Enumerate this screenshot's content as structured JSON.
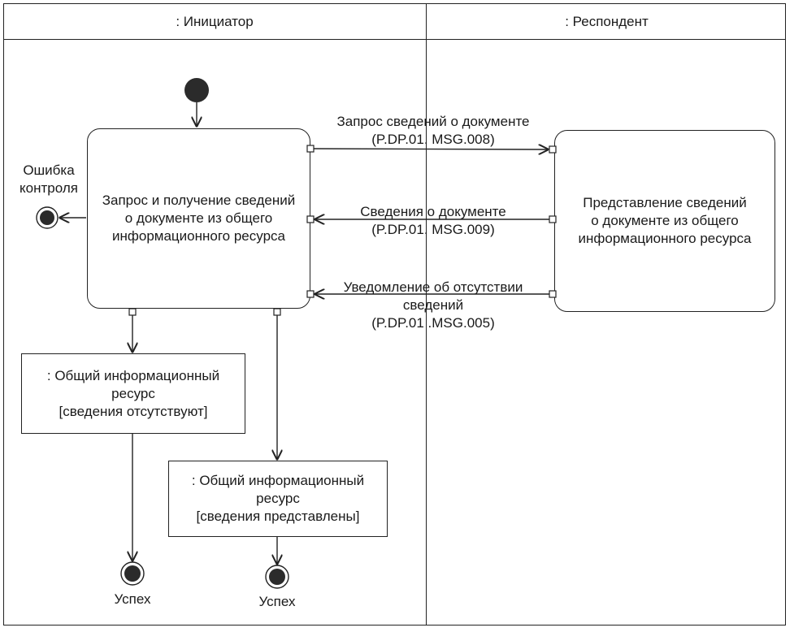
{
  "swimlanes": {
    "initiator_title": ": Инициатор",
    "respondent_title": ": Респондент"
  },
  "activities": {
    "initiator": {
      "line1": "Запрос и получение сведений",
      "line2": "о документе из общего",
      "line3": "информационного ресурса"
    },
    "respondent": {
      "line1": "Представление сведений",
      "line2": "о документе из общего",
      "line3": "информационного ресурса"
    }
  },
  "messages": {
    "request": {
      "label": "Запрос сведений о документе",
      "code": "(P.DP.01. MSG.008)"
    },
    "info": {
      "label": "Сведения о  документе",
      "code": "(P.DP.01. MSG.009)"
    },
    "absence": {
      "label_line1": "Уведомление об отсутствии",
      "label_line2": "сведений",
      "code": "(P.DP.01 .MSG.005)"
    }
  },
  "objects": {
    "absent": {
      "line1": ": Общий информационный",
      "line2": "ресурс",
      "line3": "[сведения отсутствуют]"
    },
    "present": {
      "line1": ": Общий информационный",
      "line2": "ресурс",
      "line3": "[сведения представлены]"
    }
  },
  "final_nodes": {
    "error_line1": "Ошибка",
    "error_line2": "контроля",
    "success_left": "Успех",
    "success_right": "Успех"
  }
}
